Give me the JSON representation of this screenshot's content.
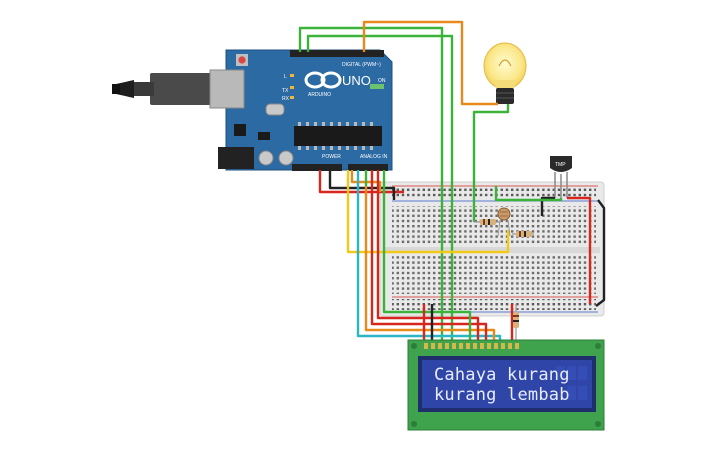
{
  "arduino": {
    "model": "UNO",
    "brand": "ARDUINO",
    "digital_label": "DIGITAL (PWM~)",
    "power_label": "POWER",
    "analog_label": "ANALOG IN",
    "tx_label": "TX",
    "rx_label": "RX",
    "l_label": "L",
    "on_label": "ON"
  },
  "sensor": {
    "label": "TMP"
  },
  "lcd": {
    "line1": "Cahaya kurang",
    "line2": "kurang lembab"
  },
  "colors": {
    "arduino_blue": "#2b6aa3",
    "breadboard": "#e9e9e9",
    "lcd_pcb": "#3fa34d",
    "lcd_screen": "#2f46a8",
    "wire_green": "#3bb33b",
    "wire_orange": "#e8891c",
    "wire_red": "#d7261e",
    "wire_black": "#222222",
    "wire_yellow": "#f2c819",
    "wire_cyan": "#2bb6c6"
  }
}
